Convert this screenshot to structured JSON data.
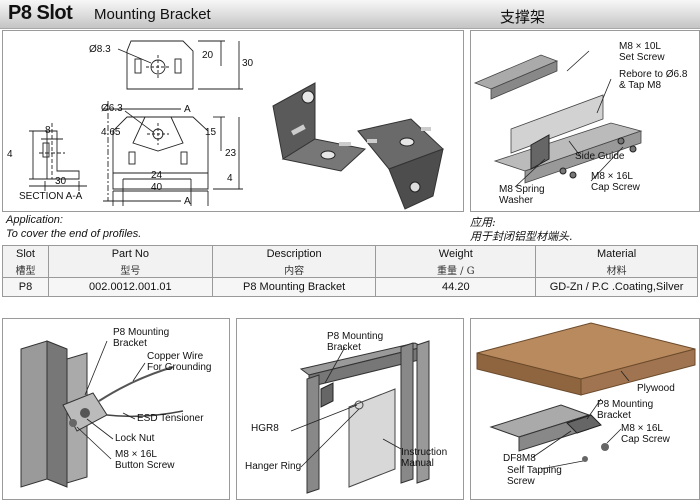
{
  "header": {
    "slot_title": "P8 Slot",
    "product_name": "Mounting Bracket",
    "product_name_cn": "支撑架"
  },
  "drawing": {
    "dims": {
      "hole_dia": "Ø8.3",
      "h20": "20",
      "h30": "30",
      "hole_dia2": "Ø6.3",
      "h465": "4.65",
      "h15": "15",
      "h23": "23",
      "w24": "24",
      "w40": "40",
      "t4": "4",
      "w8": "8",
      "t4b": "4",
      "w30": "30",
      "sec_a": "A"
    },
    "section_label": "SECTION A-A"
  },
  "assembly": {
    "labels": {
      "set_screw": "M8 × 10L\nSet Screw",
      "rebore": "Rebore to Ø6.8\n& Tap M8",
      "side_guide": "Side Guide",
      "spring_washer": "M8 Spring\nWasher",
      "cap_screw": "M8 × 16L\nCap Screw"
    }
  },
  "application": {
    "title": "Application:",
    "text": "To cover the end of  profiles.",
    "title_cn": "应用:",
    "text_cn": "用于封闭铝型材端头."
  },
  "table": {
    "headers": [
      "Slot",
      "Part No",
      "Description",
      "Weight",
      "Material"
    ],
    "headers_cn": [
      "槽型",
      "型号",
      "内容",
      "重量 / G",
      "材料"
    ],
    "rows": [
      [
        "P8",
        "002.0012.001.01",
        "P8 Mounting Bracket",
        "44.20",
        "GD-Zn / P.C .Coating,Silver"
      ]
    ]
  },
  "example1": {
    "labels": {
      "bracket": "P8 Mounting\nBracket",
      "copper_wire": "Copper Wire\nFor Grounding",
      "esd": "ESD Tensioner",
      "lock_nut": "Lock Nut",
      "button_screw": "M8 × 16L\nButton Screw"
    }
  },
  "example2": {
    "labels": {
      "bracket": "P8 Mounting\nBracket",
      "hgr8": "HGR8",
      "manual": "Instruction\nManual",
      "hanger": "Hanger Ring"
    }
  },
  "example3": {
    "labels": {
      "plywood": "Plywood",
      "bracket": "P8 Mounting\nBracket",
      "cap_screw": "M8 × 16L\nCap Screw",
      "df8m8": "DF8M8",
      "tapping": "Self Tapping\nScrew"
    }
  }
}
